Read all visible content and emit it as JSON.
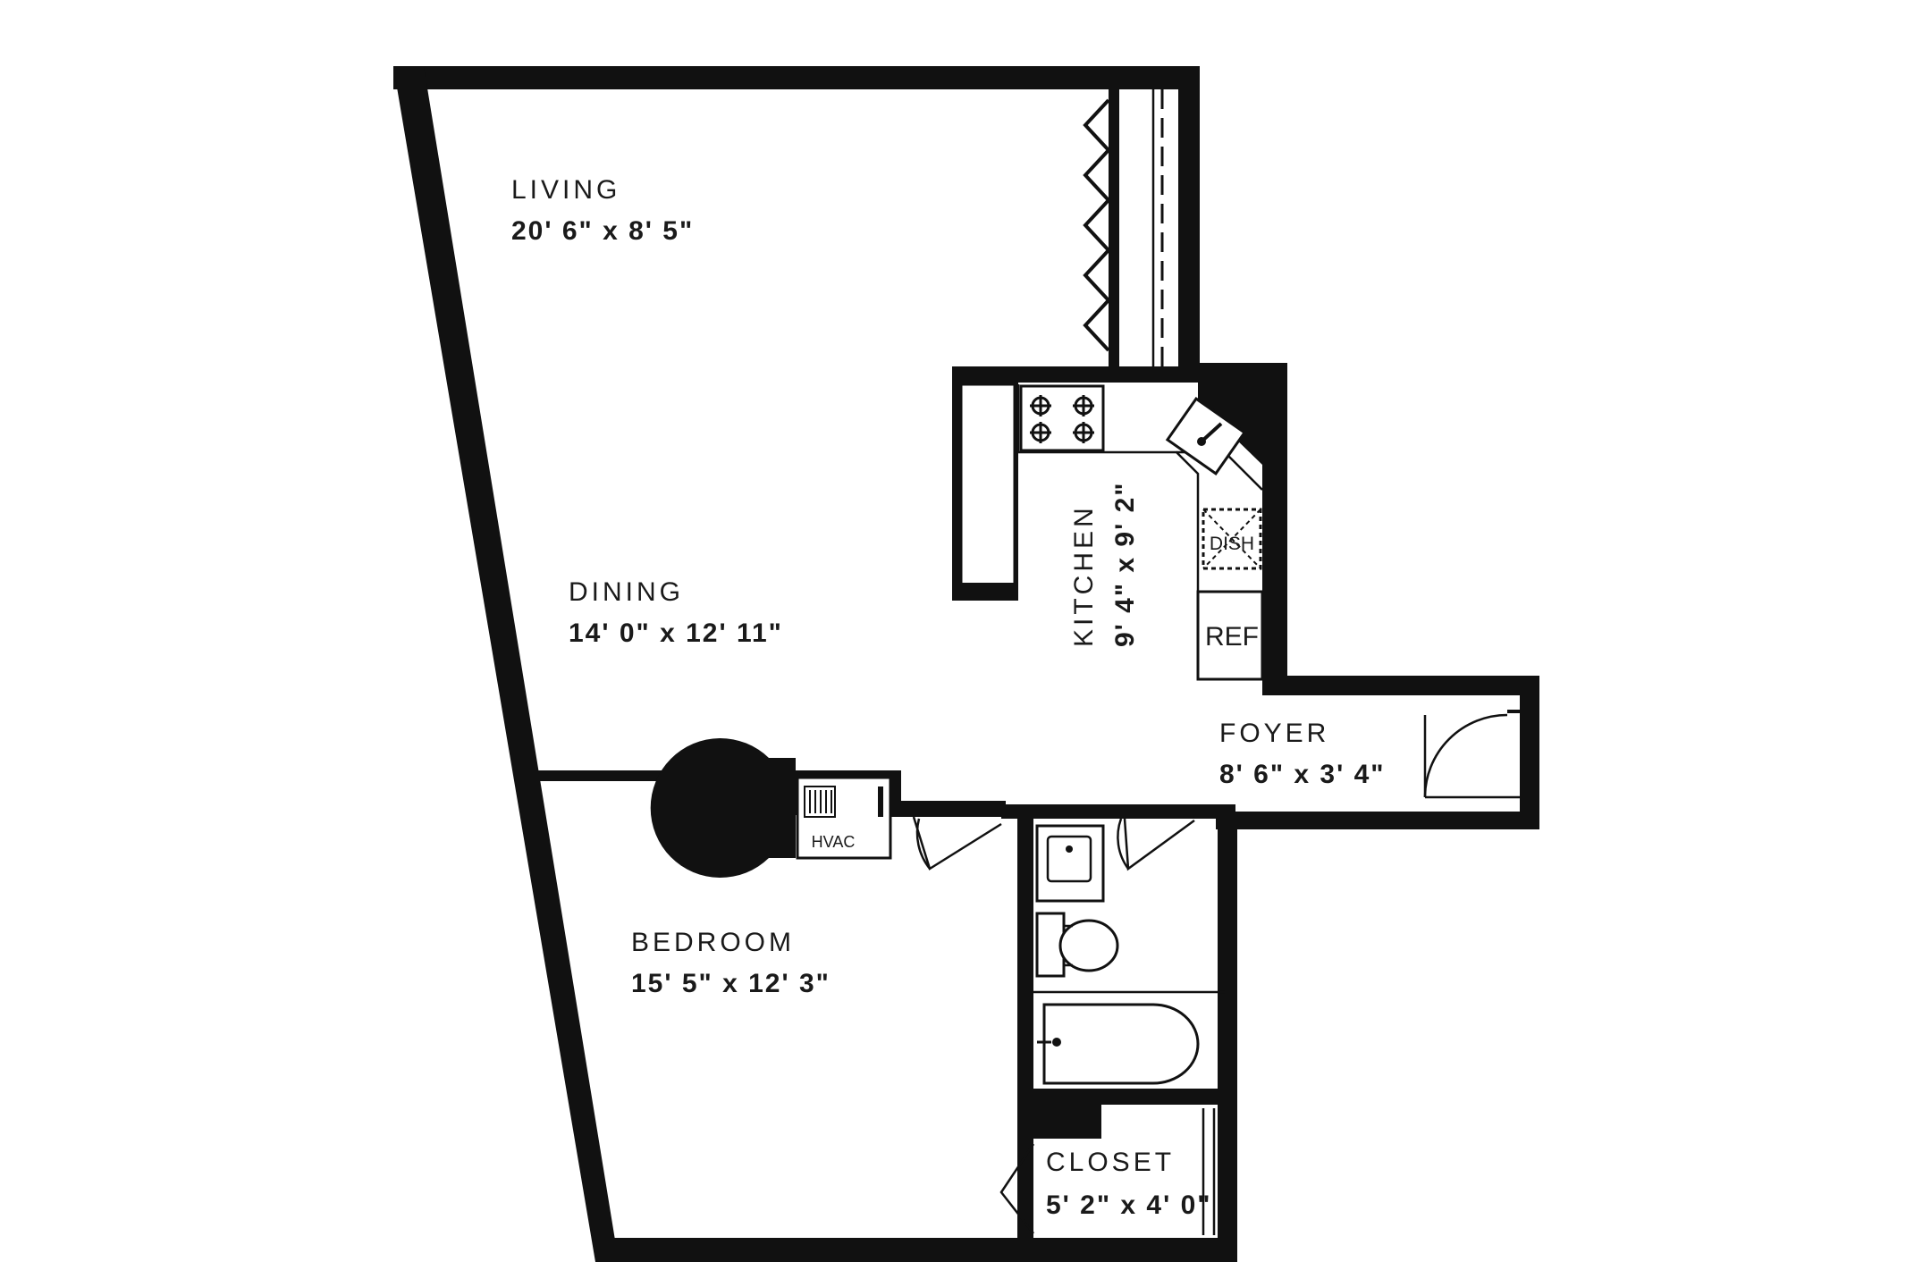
{
  "rooms": {
    "living": {
      "name": "LIVING",
      "dims": "20' 6\" x 8' 5\""
    },
    "dining": {
      "name": "DINING",
      "dims": "14' 0\" x 12' 11\""
    },
    "kitchen": {
      "name": "KITCHEN",
      "dims": "9' 4\" x 9' 2\""
    },
    "foyer": {
      "name": "FOYER",
      "dims": "8' 6\" x 3' 4\""
    },
    "bedroom": {
      "name": "BEDROOM",
      "dims": "15' 5\" x 12' 3\""
    },
    "closet": {
      "name": "CLOSET",
      "dims": "5' 2\" x 4' 0\""
    }
  },
  "fixtures": {
    "dishwasher": "DISH",
    "refrigerator": "REF",
    "hvac": "HVAC"
  },
  "colors": {
    "wall": "#111111",
    "background": "#ffffff"
  }
}
